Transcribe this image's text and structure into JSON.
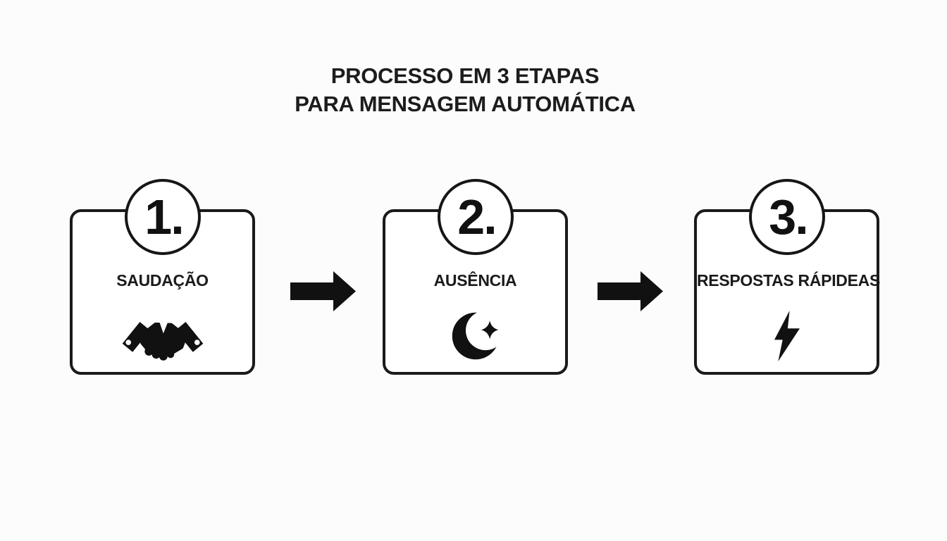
{
  "title": {
    "line1": "PROCESSO EM 3 ETAPAS",
    "line2": "PARA MENSAGEM AUTOMÁTICA"
  },
  "steps": [
    {
      "number": "1.",
      "label": "SAUDAÇÃO",
      "icon": "handshake-icon"
    },
    {
      "number": "2.",
      "label": "AUSÊNCIA",
      "icon": "crescent-moon-icon"
    },
    {
      "number": "3.",
      "label": "RESPOSTAS RÁPIDEAS",
      "icon": "lightning-bolt-icon"
    }
  ],
  "arrows": {
    "count": 2,
    "direction": "right"
  },
  "colors": {
    "ink": "#1a1a1a",
    "background": "#fcfcfc",
    "box_fill": "#ffffff"
  }
}
